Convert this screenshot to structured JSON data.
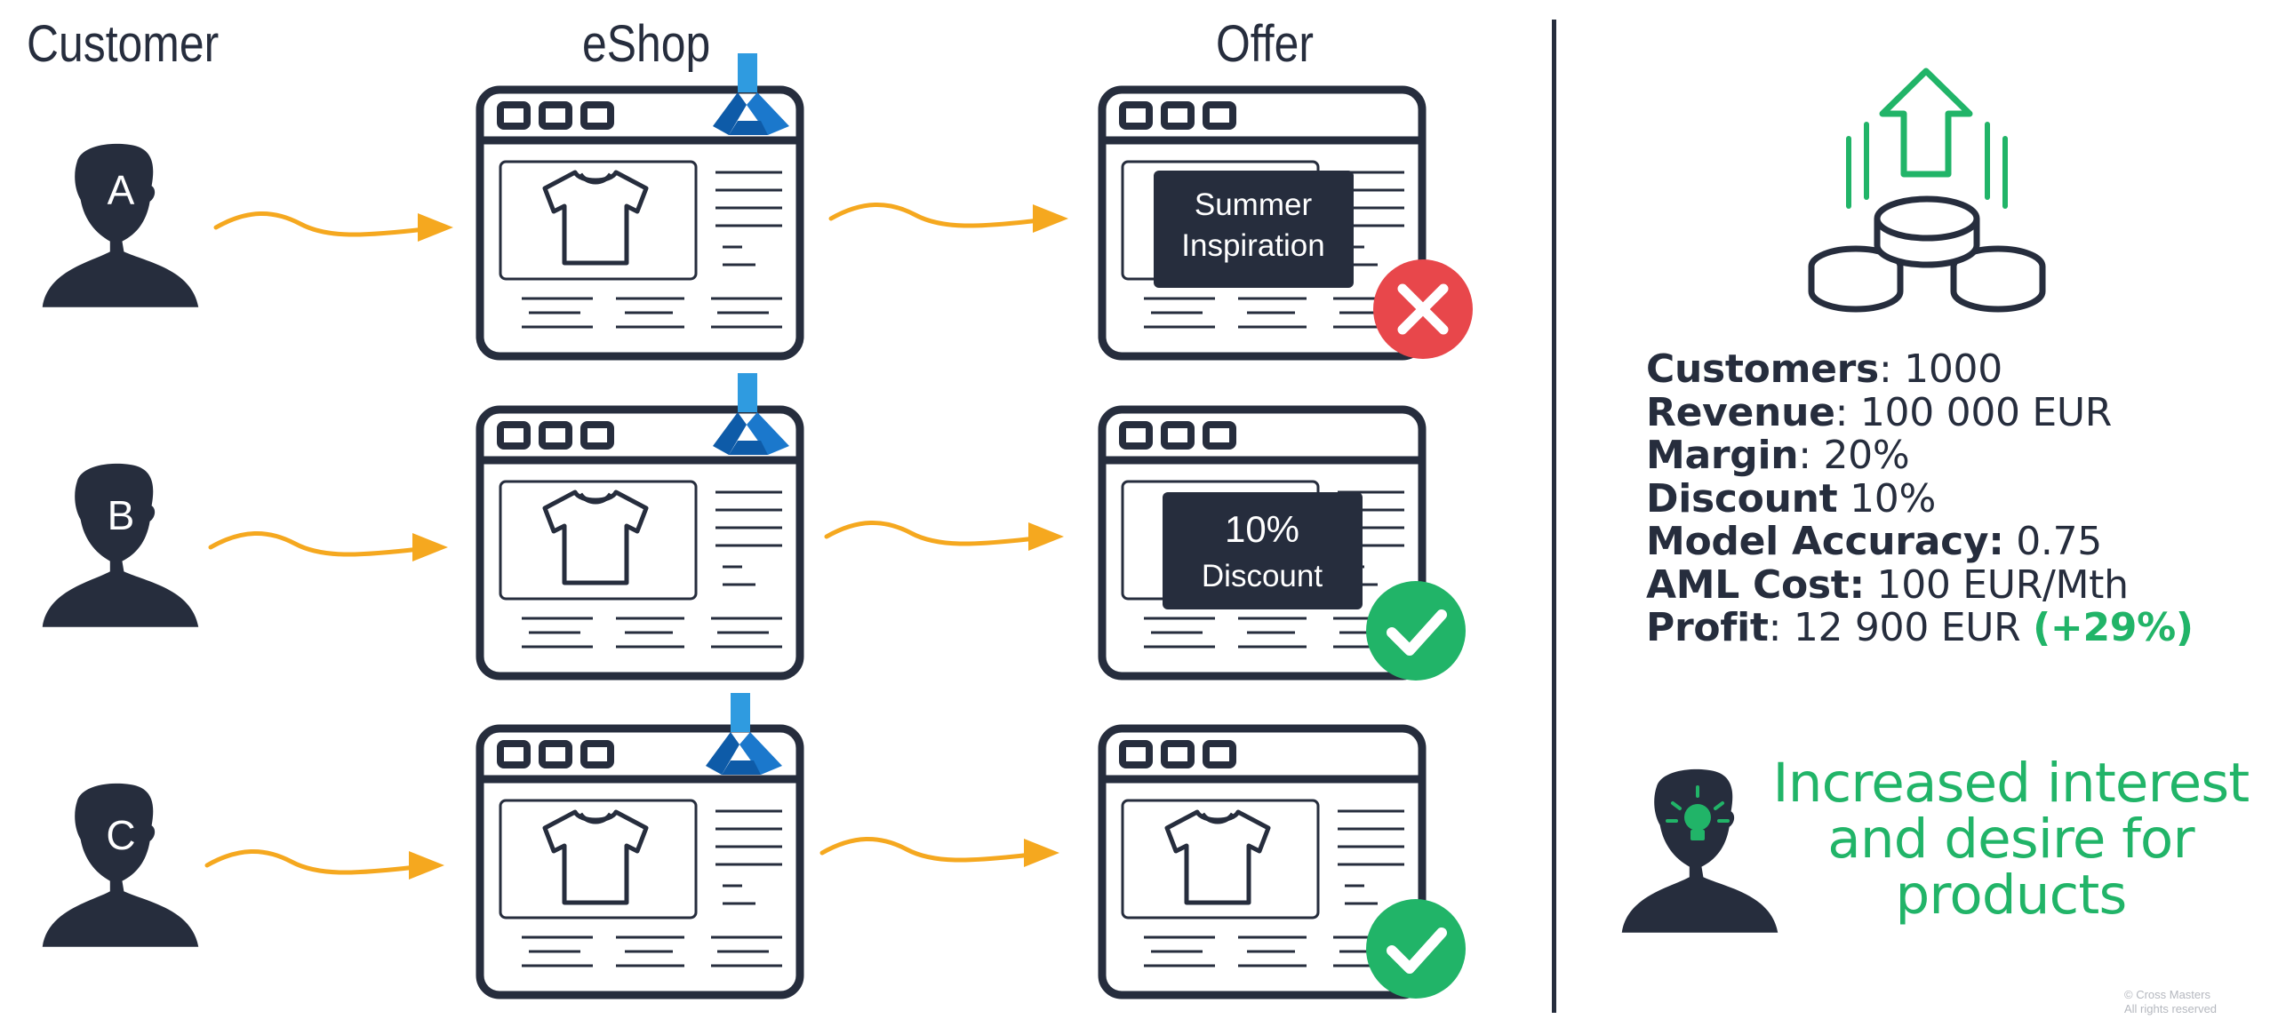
{
  "headers": {
    "customer": "Customer",
    "eshop": "eShop",
    "offer": "Offer"
  },
  "rows": [
    {
      "customer": "A",
      "offer_line1": "Summer",
      "offer_line2": "Inspiration",
      "result": "rejected"
    },
    {
      "customer": "B",
      "offer_line1": "10%",
      "offer_line2": "Discount",
      "result": "accepted"
    },
    {
      "customer": "C",
      "offer_line1": "",
      "offer_line2": "",
      "result": "accepted"
    }
  ],
  "stats": {
    "customers_label": "Customers",
    "customers_value": ": 1000",
    "revenue_label": "Revenue",
    "revenue_value": ": 100 000 EUR",
    "margin_label": "Margin",
    "margin_value": ": 20%",
    "discount_label": "Discount",
    "discount_value": " 10%",
    "accuracy_label": "Model Accuracy:",
    "accuracy_value": " 0.75",
    "aml_label": "AML Cost:",
    "aml_value": " 100 EUR/Mth",
    "profit_label": "Profit",
    "profit_value": ": 12 900 EUR ",
    "profit_change": "(+29%)"
  },
  "tagline": {
    "line1": "Increased interest",
    "line2": "and desire for",
    "line3": "products"
  },
  "copyright": {
    "line1": "© Cross Masters",
    "line2": "All rights reserved"
  },
  "colors": {
    "navy": "#262d3d",
    "arrow": "#f5a81f",
    "green": "#21b468",
    "red": "#e8474b",
    "azure_light": "#2f9be0",
    "azure_dark": "#0e5ba8"
  },
  "icons": {
    "customer": "person-silhouette-icon",
    "product": "tshirt-icon",
    "reject": "red-x-circle-icon",
    "accept": "green-check-circle-icon",
    "azure_ml": "azure-ml-logo-icon",
    "profit": "coins-up-arrow-icon",
    "idea": "lightbulb-person-icon"
  }
}
